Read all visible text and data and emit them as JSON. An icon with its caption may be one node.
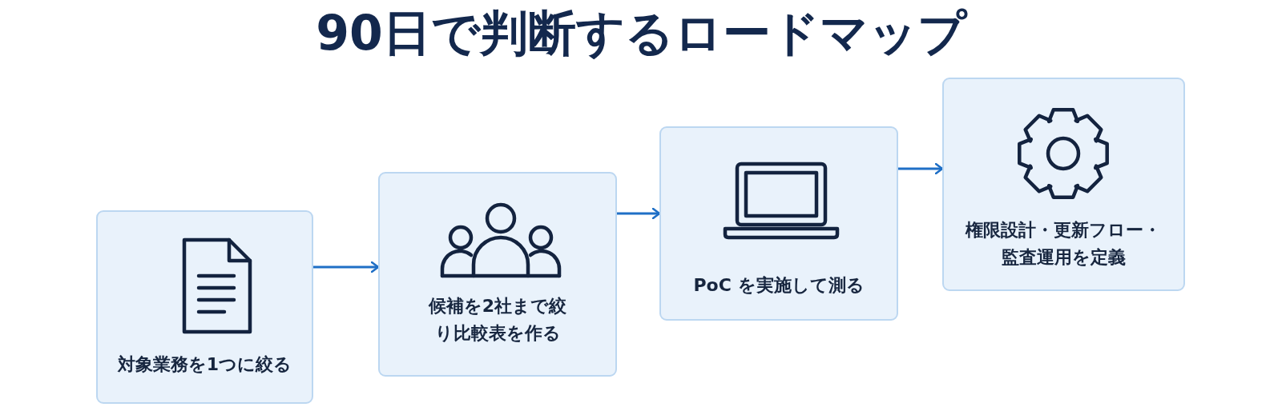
{
  "diagram": {
    "title": "90日で判断するロードマップ",
    "nodes": [
      {
        "text": [
          "対象業務を1つに絞る"
        ]
      },
      {
        "text": [
          "候補を2社まで絞り比較表を作る"
        ]
      },
      {
        "text": [
          "PoC を実施して測る"
        ]
      },
      {
        "text": [
          "権限設計・更新フロー・監査運用を定義"
        ]
      }
    ],
    "edges": [
      {
        "from": 0,
        "to": 1,
        "arrow": "to"
      },
      {
        "from": 1,
        "to": 2,
        "arrow": "to"
      },
      {
        "from": 2,
        "to": 3,
        "arrow": "to"
      }
    ]
  }
}
